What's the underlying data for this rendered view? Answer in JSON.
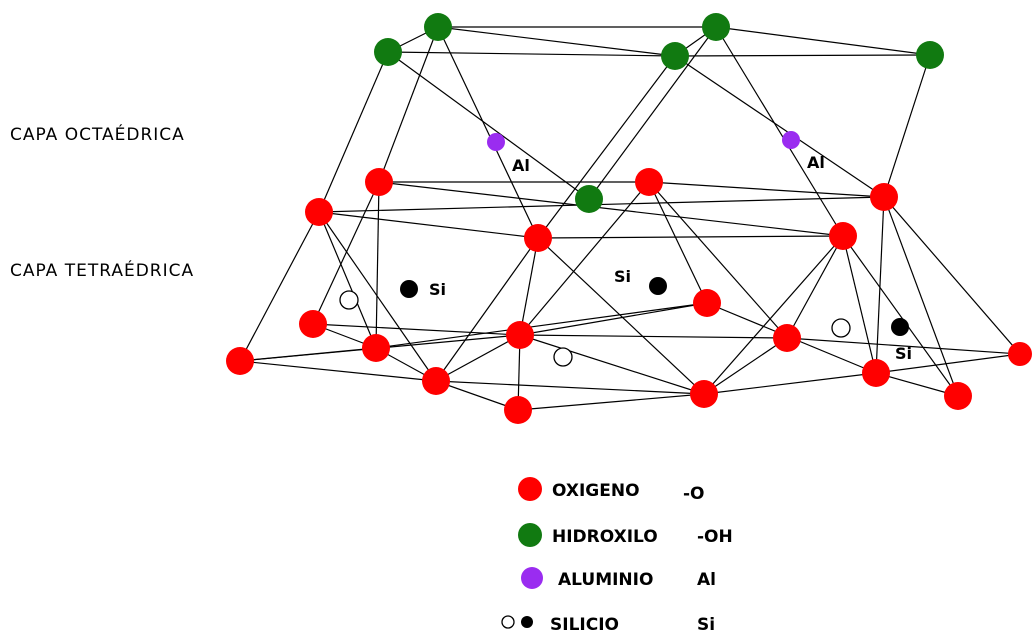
{
  "layers": {
    "octahedral": "CAPA OCTAÉDRICA",
    "tetrahedral": "CAPA TETRAÉDRICA"
  },
  "atom_labels": {
    "al_1": "Al",
    "al_2": "Al",
    "si_1": "Si",
    "si_2": "Si",
    "si_3": "Si"
  },
  "legend": {
    "oxygen": {
      "name": "OXIGENO",
      "symbol": "-O"
    },
    "hydroxyl": {
      "name": "HIDROXILO",
      "symbol": "-OH"
    },
    "aluminum": {
      "name": "ALUMINIO",
      "symbol": "Al"
    },
    "silicon": {
      "name": "SILICIO",
      "symbol": "Si"
    }
  },
  "colors": {
    "oxygen": "#ff0000",
    "hydroxyl": "#117a11",
    "aluminum": "#9a2cf0",
    "silicon_filled": "#000000",
    "silicon_hollow": "#ffffff"
  }
}
